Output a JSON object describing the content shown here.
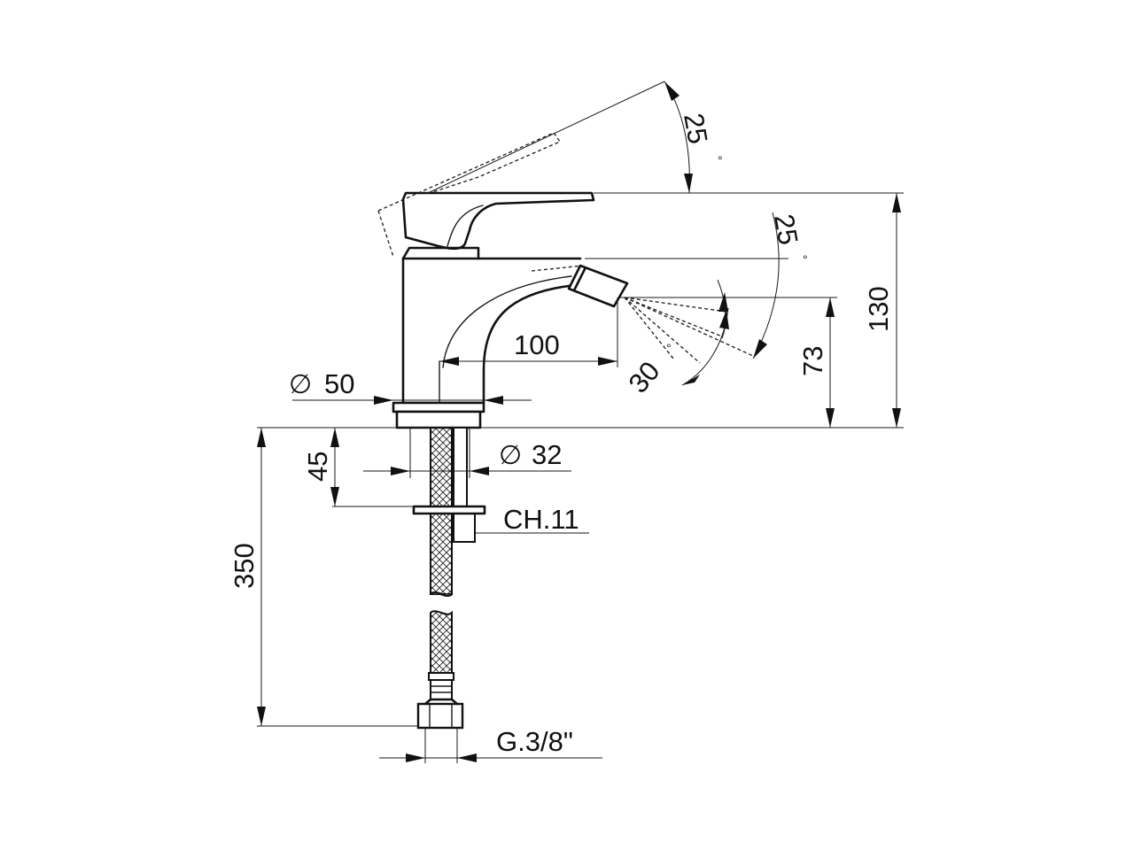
{
  "dimensions": {
    "diameter_base": "50",
    "diameter_hole": "32",
    "spout_reach": "100",
    "height_total": "130",
    "spout_height": "73",
    "thread_depth": "45",
    "hose_length": "350",
    "lever_tilt_angle": "25",
    "nozzle_tilt_angle": "25",
    "spray_angle": "30",
    "nut_size": "CH.11",
    "connection": "G.3/8\""
  },
  "symbols": {
    "diameter": "∅",
    "degree": "°"
  }
}
